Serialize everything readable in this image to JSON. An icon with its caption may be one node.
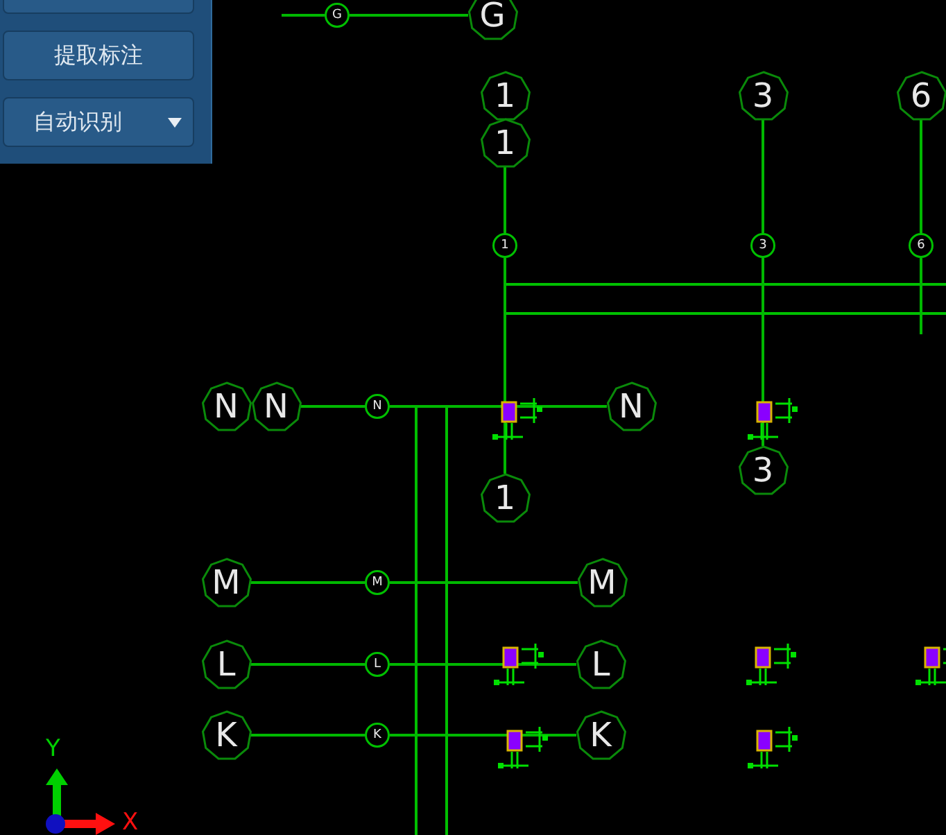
{
  "diagram": {
    "nodes": [
      {
        "text": [
          "G"
        ]
      },
      {
        "text": [
          "G"
        ]
      },
      {
        "text": [
          "1"
        ]
      },
      {
        "text": [
          "3"
        ]
      },
      {
        "text": [
          "6"
        ]
      },
      {
        "text": [
          "1"
        ]
      },
      {
        "text": [
          "1"
        ]
      },
      {
        "text": [
          "3"
        ]
      },
      {
        "text": [
          "6"
        ]
      },
      {
        "text": [
          "N"
        ]
      },
      {
        "text": [
          "N"
        ]
      },
      {
        "text": [
          "N"
        ]
      },
      {
        "text": [
          "N"
        ]
      },
      {
        "text": [
          "3"
        ]
      },
      {
        "text": [
          "1"
        ]
      },
      {
        "text": [
          "M"
        ]
      },
      {
        "text": [
          "M"
        ]
      },
      {
        "text": [
          "M"
        ]
      },
      {
        "text": [
          "L"
        ]
      },
      {
        "text": [
          "L"
        ]
      },
      {
        "text": [
          "L"
        ]
      },
      {
        "text": [
          "K"
        ]
      },
      {
        "text": [
          "K"
        ]
      },
      {
        "text": [
          "K"
        ]
      }
    ],
    "edges": [
      {
        "from": null,
        "to": 0,
        "arrow": "none"
      },
      {
        "from": 0,
        "to": 1,
        "arrow": "none"
      },
      {
        "from": 5,
        "to": 6,
        "arrow": "none"
      },
      {
        "from": 6,
        "to": 14,
        "arrow": "none"
      },
      {
        "from": 3,
        "to": 7,
        "arrow": "none"
      },
      {
        "from": 7,
        "to": 13,
        "arrow": "none"
      },
      {
        "from": 4,
        "to": 8,
        "arrow": "none"
      },
      {
        "from": 8,
        "to": null,
        "arrow": "none"
      },
      {
        "from": 10,
        "to": 11,
        "arrow": "none"
      },
      {
        "from": 11,
        "to": 12,
        "arrow": "none"
      },
      {
        "from": 15,
        "to": 16,
        "arrow": "none"
      },
      {
        "from": 16,
        "to": 17,
        "arrow": "none"
      },
      {
        "from": 18,
        "to": 19,
        "arrow": "none"
      },
      {
        "from": 19,
        "to": 20,
        "arrow": "none"
      },
      {
        "from": 21,
        "to": 22,
        "arrow": "none"
      },
      {
        "from": 22,
        "to": 23,
        "arrow": "none"
      }
    ],
    "labels": [
      "提取标注",
      "自动识别",
      "Y",
      "X"
    ]
  }
}
